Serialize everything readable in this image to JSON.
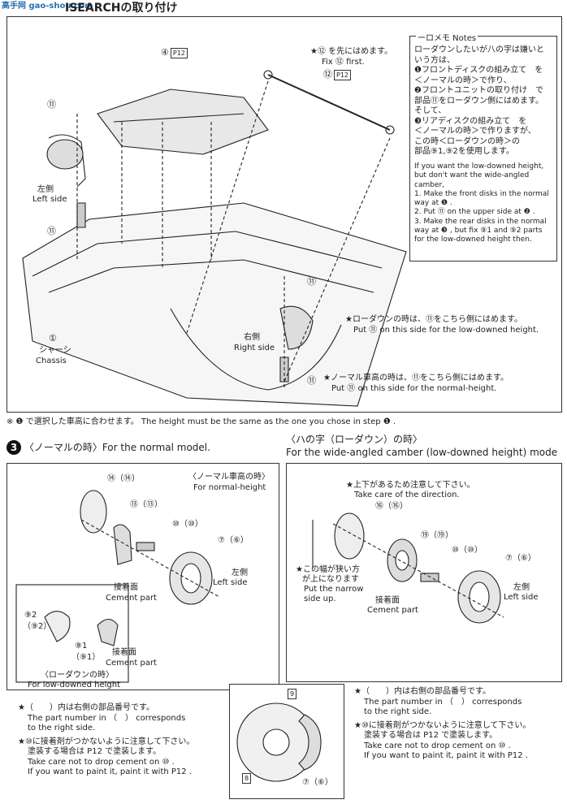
{
  "header": {
    "title": "ISEARCHの取り付け",
    "watermark": "高手网 gao-shou.com"
  },
  "notes": {
    "heading": "ーロメモ Notes",
    "jp": [
      "ローダウンしたいが八の字は嫌いと",
      "いう方は、",
      "❶フロントディスクの組み立て　を",
      "＜ノーマルの時＞で作り、",
      "❷フロントユニットの取り付け　で",
      "部品⑪をローダウン側にはめます。",
      "そして、",
      "❸リアディスクの組み立て　を",
      "＜ノーマルの時＞で作りますが、",
      "この時＜ローダウンの時＞の",
      "部品⑨1,⑨2を使用します。"
    ],
    "en": [
      "If you want the low-downed height,",
      "but don't want the wide-angled",
      "camber,",
      "1. Make the front disks in the normal",
      "    way at ❶ .",
      "2. Put ⑪ on the upper side at ❷ .",
      "3. Make the rear disks in the normal",
      "    way at ❸ , but fix ⑨1 and ⑨2 parts",
      "    for the low-downed height then."
    ]
  },
  "top_labels": {
    "fix12_jp": "★⑫ を先にはめます。",
    "fix12_en": "Fix ⑫ first.",
    "p12": "⑫",
    "p4": "④",
    "p11a": "⑪",
    "left_side_jp": "左側",
    "left_side_en": "Left side",
    "p11b": "⑪",
    "chassis_num": "①",
    "chassis_jp": "シャーシ",
    "chassis_en": "Chassis",
    "right_side_jp": "右側",
    "right_side_en": "Right side",
    "p11c": "⑪",
    "lowdown_jp": "★ローダウンの時は、⑪をこちら側にはめます。",
    "lowdown_en": "Put ⑪ on this side for the low-downed height.",
    "p11d": "⑪",
    "normal_jp": "★ノーマル車高の時は、⑪をこちら側にはめます。",
    "normal_en": "Put ⑪ on this side for the normal-height."
  },
  "height_note": {
    "jp": "※ ❶ で選択した車高に合わせます。",
    "en": "The height must be the same as the one you chose in step ❶ ."
  },
  "step3": {
    "num": "3",
    "normal_title": "〈ノーマルの時〉For the normal model.",
    "wide_title_jp": "〈ハの字（ローダウン）の時〉",
    "wide_title_en": "For the wide-angled camber (low-downed height) mode"
  },
  "normal_box": {
    "height_jp": "〈ノーマル車高の時〉",
    "height_en": "For normal-height",
    "p14": "⑭（⑭）",
    "p13": "⑬（⑬）",
    "p10": "⑩（⑩）",
    "p7": "⑦（⑥）",
    "left_jp": "左側",
    "left_en": "Left side",
    "cement_jp": "接着面",
    "cement_en": "Cement part",
    "p92": "⑨2",
    "p92b": "（⑨2）",
    "p91": "⑨1",
    "p91b": "（⑨1）",
    "cement2_jp": "接着面",
    "cement2_en": "Cement part",
    "low_jp": "〈ローダウンの時〉",
    "low_en": "For low-downed height"
  },
  "wide_box": {
    "dir_jp": "★上下があるため注意して下さい。",
    "dir_en": "Take care of the direction.",
    "p16": "⑯（⑯）",
    "p19": "⑲（⑲）",
    "p10": "⑩（⑩）",
    "p7": "⑦（⑥）",
    "narrow_jp1": "★この幅が狭い方",
    "narrow_jp2": "が上になります",
    "narrow_en1": "Put the narrow",
    "narrow_en2": "side up.",
    "cement_jp": "接着面",
    "cement_en": "Cement part",
    "left_jp": "左側",
    "left_en": "Left side"
  },
  "footer_left": {
    "l1": "★（　　）内は右側の部品番号です。",
    "l2": "The part number in （　） corresponds",
    "l3": "to the right side.",
    "l4": "★⑩に接着剤がつかないように注意して下さい。",
    "l5": "塗装する場合は P12 で塗装します。",
    "l6": "Take care not to drop cement on ⑩ .",
    "l7": "If you want to paint it, paint it with P12 ."
  },
  "footer_mid": {
    "p9": "9",
    "p8": "8",
    "p7": "⑦（⑥）"
  },
  "footer_right": {
    "l1": "★（　　）内は右側の部品番号です。",
    "l2": "The part number in （　） corresponds",
    "l3": "to the right side.",
    "l4": "★⑩に接着剤がつかないように注意して下さい。",
    "l5": "塗装する場合は P12 で塗装します。",
    "l6": "Take care not to drop cement on ⑩ .",
    "l7": "If you want to paint it, paint it with P12 ."
  }
}
